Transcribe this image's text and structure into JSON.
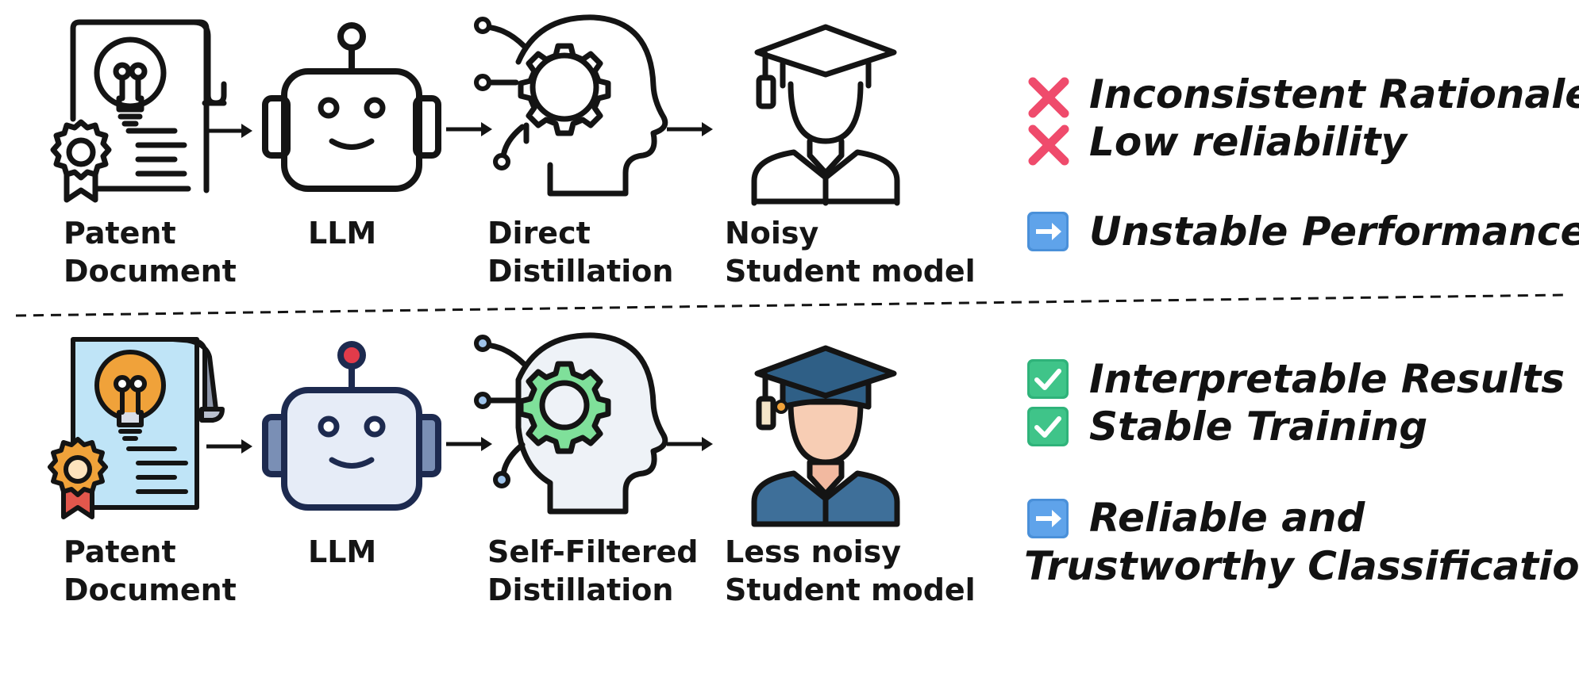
{
  "top_row": {
    "steps": [
      {
        "line1": "Patent",
        "line2": "Document"
      },
      {
        "line1": "LLM",
        "line2": ""
      },
      {
        "line1": "Direct",
        "line2": "Distillation"
      },
      {
        "line1": "Noisy",
        "line2": "Student model"
      }
    ],
    "points": {
      "p1": "Inconsistent Rationales",
      "p2": "Low reliability",
      "p3": "Unstable Performance"
    }
  },
  "bottom_row": {
    "steps": [
      {
        "line1": "Patent",
        "line2": "Document"
      },
      {
        "line1": "LLM",
        "line2": ""
      },
      {
        "line1": "Self-Filtered",
        "line2": "Distillation"
      },
      {
        "line1": "Less noisy",
        "line2": "Student model"
      }
    ],
    "points": {
      "p1": "Interpretable Results",
      "p2": "Stable Training",
      "p3a": "Reliable and",
      "p3b": "Trustworthy Classification"
    }
  },
  "colors": {
    "cross": "#ef4b6c",
    "check_bg": "#2fb37a",
    "arrow_bg": "#4a90d9",
    "doc_fill": "#bfe4f7",
    "bulb_orange": "#f0a23a",
    "robot_face": "#e6ecf7",
    "robot_ear": "#7a8fb5",
    "robot_antenna": "#e23b4a",
    "gear_green": "#7fe09a",
    "cap_blue": "#2f5f86",
    "skin": "#f7cdb4",
    "outline": "#141414"
  },
  "icons": {
    "top": [
      "patent-document-icon",
      "robot-icon",
      "head-gear-icon",
      "graduate-student-icon"
    ],
    "bottom": [
      "patent-document-color-icon",
      "robot-color-icon",
      "head-gear-color-icon",
      "graduate-student-color-icon"
    ],
    "markers": [
      "cross-mark-icon",
      "check-mark-icon",
      "right-arrow-icon"
    ]
  }
}
